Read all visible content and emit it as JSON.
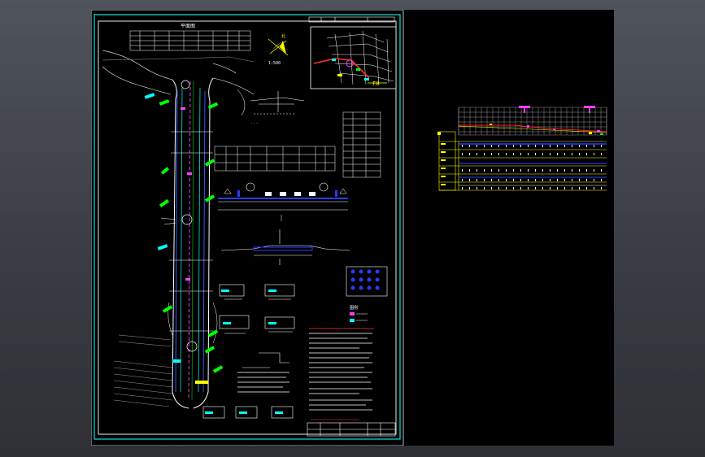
{
  "drawing": {
    "scale_label": "1:500",
    "direction_label": "北",
    "plan_title": "平面图",
    "location_label": "F8",
    "legend_title": "图例"
  },
  "colors": {
    "viewport_bg": "#43464c",
    "canvas_bg": "#000000",
    "frame": "#e8e8e8",
    "inner_frame": "#00d8d8",
    "road_edge": "#ffffff",
    "centerline": "#ff40ff",
    "lane": "#00ffff",
    "label_tags": "#00ff00",
    "profile_grid": "#d8d8d8",
    "profile_table": "#ffff00",
    "profile_line": "#ff2020",
    "profile_blue": "#2a3cff"
  }
}
